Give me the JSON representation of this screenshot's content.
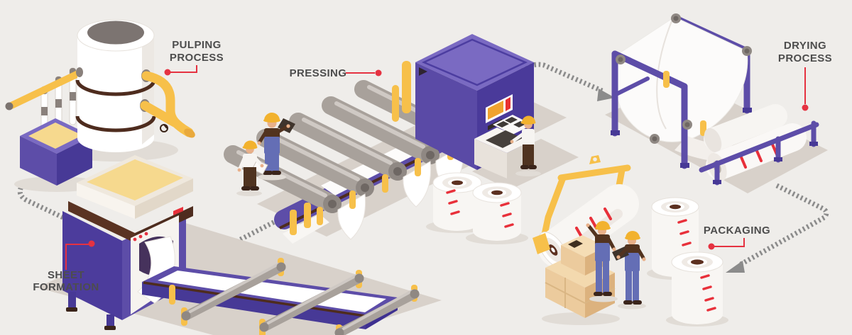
{
  "stages": [
    {
      "id": "pulping-process",
      "label_lines": [
        "PULPING",
        "PROCESS"
      ]
    },
    {
      "id": "sheet-formation",
      "label_lines": [
        "SHEET",
        "FORMATION"
      ]
    },
    {
      "id": "pressing",
      "label_lines": [
        "PRESSING",
        ""
      ]
    },
    {
      "id": "drying-process",
      "label_lines": [
        "DRYING",
        "PROCESS"
      ]
    },
    {
      "id": "packaging",
      "label_lines": [
        "PACKAGING",
        ""
      ]
    }
  ],
  "flow_arrows": [
    {
      "from": "pulping-process",
      "to": "sheet-formation"
    },
    {
      "from": "sheet-formation",
      "to": "pressing"
    },
    {
      "from": "pressing",
      "to": "drying-process"
    },
    {
      "from": "drying-process",
      "to": "packaging"
    }
  ],
  "palette": {
    "background": "#efedea",
    "floor_gray": "#d8d1ca",
    "machine_purple": "#5d4da8",
    "machine_purple_dark": "#473996",
    "machine_purple_light": "#7a6ac2",
    "machine_yellow": "#f7c04a",
    "pulp_yellow": "#f6d98e",
    "dark_brown": "#4e2c1e",
    "roll_core_brown": "#5c3020",
    "paper_white": "#ffffff",
    "roller_gray": "#a8a19b",
    "accent_red": "#e53241",
    "dash_red": "#e8303a",
    "label_text": "#4d4d4d",
    "arrow_gray": "#8b8b8b",
    "worker_overall_blue": "#646eb5",
    "worker_shirt_brown": "#52331f",
    "worker_skin": "#e8b089",
    "helmet_yellow": "#f2b22e",
    "box_tan": "#ecc89a"
  }
}
